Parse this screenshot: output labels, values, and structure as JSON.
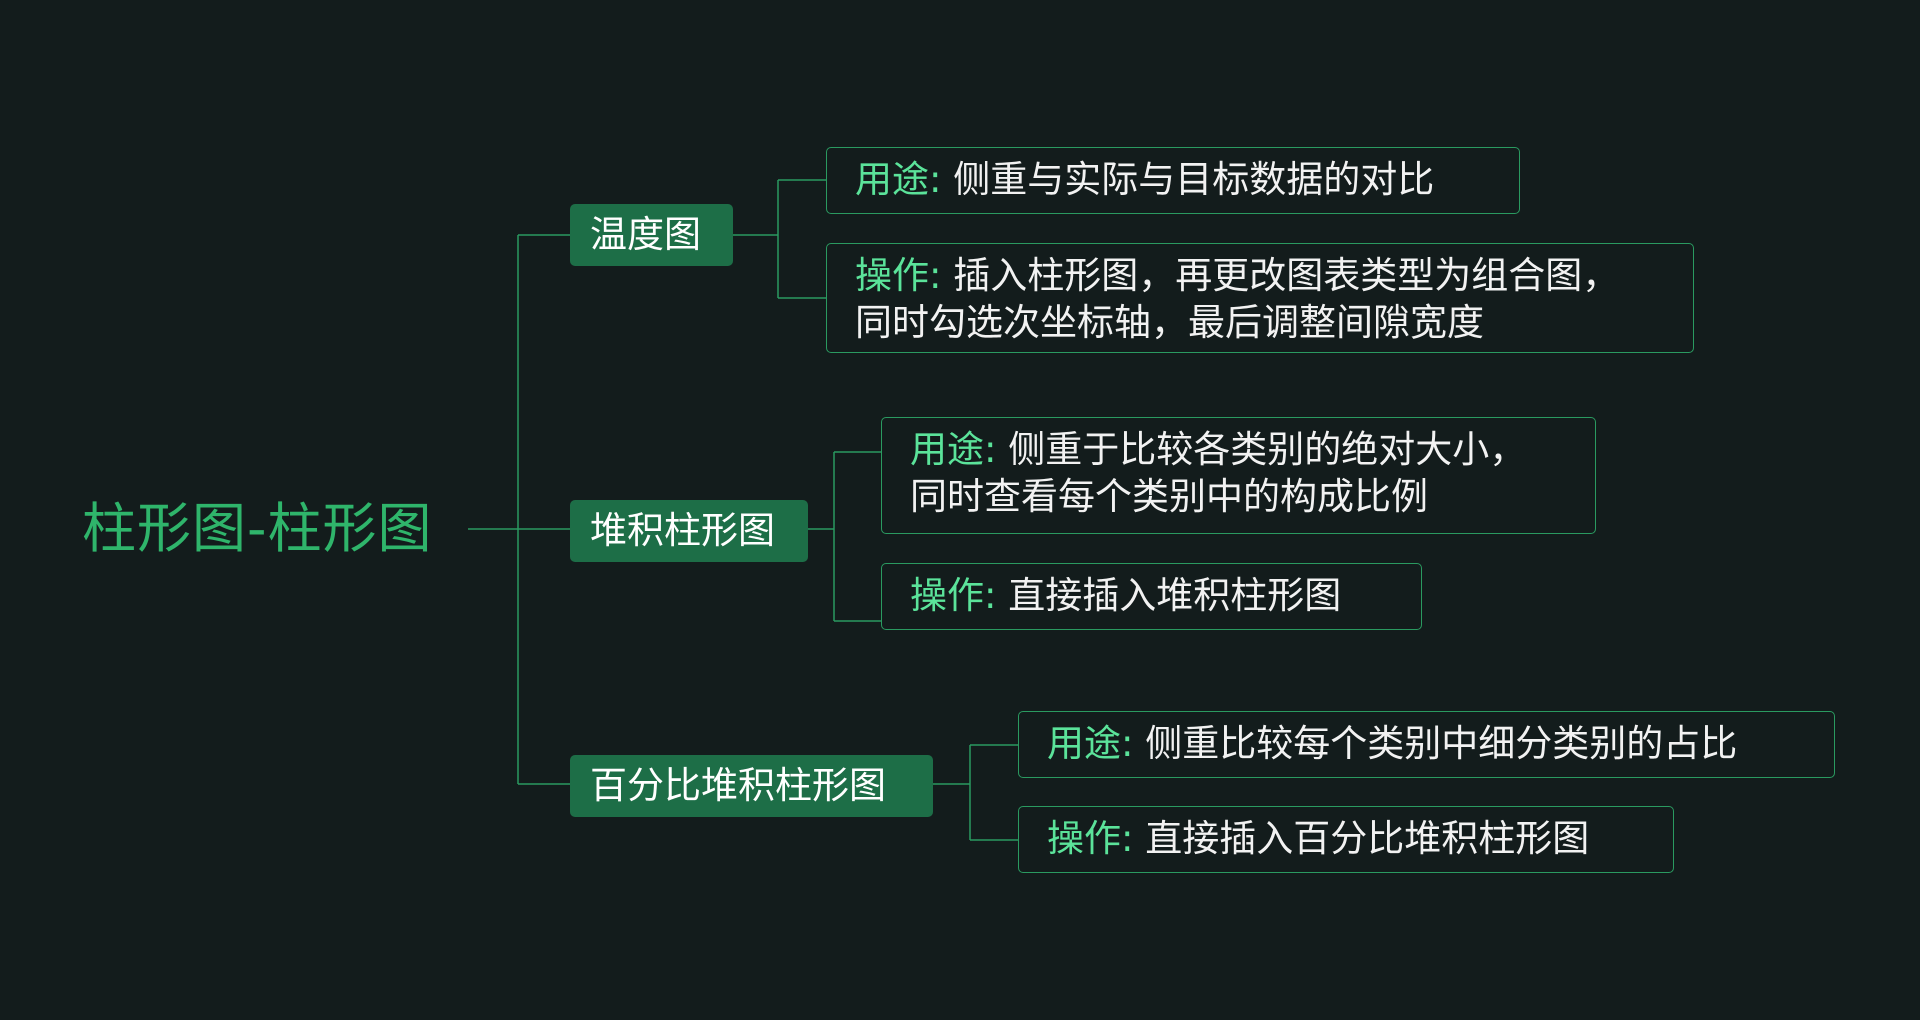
{
  "root": {
    "label": "柱形图-柱形图"
  },
  "branches": [
    {
      "label": "温度图",
      "leaves": [
        {
          "key": "用途:",
          "lines": [
            "侧重与实际与目标数据的对比"
          ]
        },
        {
          "key": "操作:",
          "lines": [
            "插入柱形图，再更改图表类型为组合图，",
            "同时勾选次坐标轴，最后调整间隙宽度"
          ]
        }
      ]
    },
    {
      "label": "堆积柱形图",
      "leaves": [
        {
          "key": "用途:",
          "lines": [
            "侧重于比较各类别的绝对大小，",
            "同时查看每个类别中的构成比例"
          ]
        },
        {
          "key": "操作:",
          "lines": [
            "直接插入堆积柱形图"
          ]
        }
      ]
    },
    {
      "label": "百分比堆积柱形图",
      "leaves": [
        {
          "key": "用途:",
          "lines": [
            "侧重比较每个类别中细分类别的占比"
          ]
        },
        {
          "key": "操作:",
          "lines": [
            "直接插入百分比堆积柱形图"
          ]
        }
      ]
    }
  ],
  "colors": {
    "background": "#131c1c",
    "root_text": "#2fb56b",
    "branch_fill": "#1d6e47",
    "leaf_border": "#2a9a60",
    "leaf_key": "#5be39a",
    "connector": "#2a9a60"
  }
}
